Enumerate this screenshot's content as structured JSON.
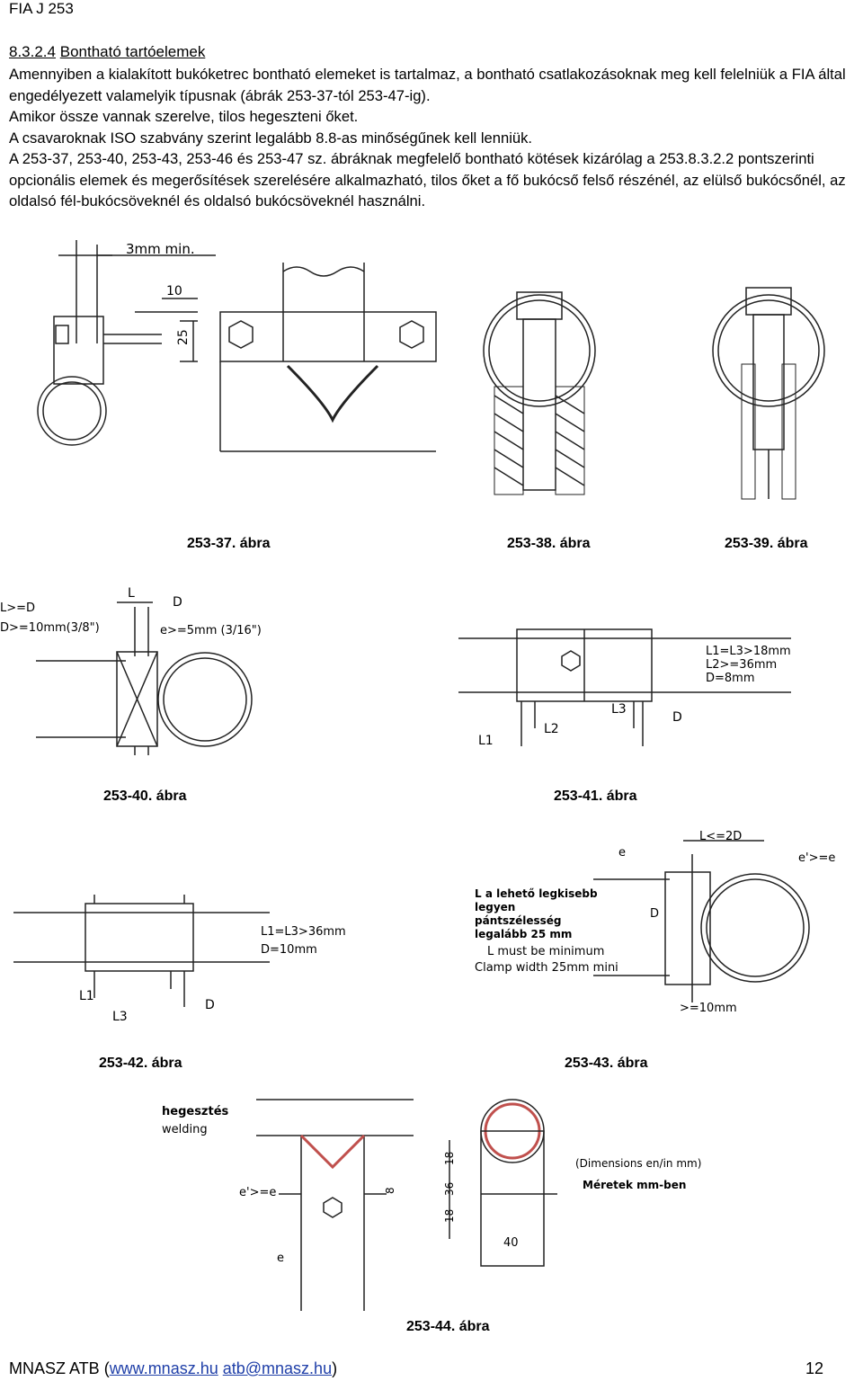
{
  "header": {
    "doc_id": "FIA J 253"
  },
  "section": {
    "number": "8.3.2.4",
    "title": "Bontható tartóelemek"
  },
  "paragraphs": [
    "Amennyiben a kialakított bukóketrec bontható elemeket is tartalmaz, a bontható csatlakozásoknak meg kell felelniük a FIA által engedélyezett valamelyik típusnak (ábrák 253-37-tól 253-47-ig).",
    "Amikor össze vannak szerelve, tilos hegeszteni őket.",
    "A csavaroknak ISO szabvány szerint legalább 8.8-as minőségűnek kell lenniük.",
    "A 253-37, 253-40, 253-43, 253-46 és 253-47 sz. ábráknak megfelelő bontható kötések kizárólag a 253.8.3.2.2 pontszerinti opcionális elemek és megerősítések szerelésére alkalmazható, tilos őket a fő bukócső felső részénél, az elülső bukócsőnél, az oldalsó fél-bukócsöveknél és oldalsó bukócsöveknél használni."
  ],
  "figures": {
    "f37": {
      "caption": "253-37. ábra",
      "dim_min": "3mm  min.",
      "dim_10": "10",
      "dim_25": "25"
    },
    "f38": {
      "caption": "253-38. ábra"
    },
    "f39": {
      "caption": "253-39. ábra"
    },
    "f40": {
      "caption": "253-40. ábra",
      "l_ge_d": "L>=D",
      "d_ge": "D>=10mm(3/8\")",
      "e_ge": "e>=5mm  (3/16\")",
      "lbl_L": "L",
      "lbl_D": "D"
    },
    "f41": {
      "caption": "253-41. ábra",
      "spec1": "L1=L3>18mm",
      "spec2": "L2>=36mm",
      "spec3": "D=8mm",
      "lbl_L1": "L1",
      "lbl_L2": "L2",
      "lbl_L3": "L3",
      "lbl_D": "D"
    },
    "f42": {
      "caption": "253-42. ábra",
      "spec1": "L1=L3>36mm",
      "spec2": "D=10mm",
      "lbl_L1": "L1",
      "lbl_L3": "L3",
      "lbl_D": "D"
    },
    "f43": {
      "caption": "253-43. ábra",
      "note_hu": [
        "L a lehető legkisebb",
        "legyen",
        "pántszélesség",
        "legalább 25 mm"
      ],
      "note_en": [
        "L must be minimum",
        "Clamp width 25mm mini"
      ],
      "l_le": "L<=2D",
      "e_prime": "e'>=e",
      "lbl_e": "e",
      "lbl_D": "D",
      "ge10": ">=10mm"
    },
    "f44": {
      "caption": "253-44. ábra",
      "weld_hu": "hegesztés",
      "weld_en": "welding",
      "e_prime": "e'>=e",
      "lbl_e": "e",
      "dim_8": "8",
      "dim_18a": "18",
      "dim_36": "36",
      "dim_18b": "18",
      "dim_40": "40",
      "dims_en": "(Dimensions en/in mm)",
      "dims_hu": "Méretek mm-ben"
    }
  },
  "footer": {
    "org": "MNASZ ATB",
    "web": "www.mnasz.hu",
    "email": "atb@mnasz.hu",
    "page": "12"
  }
}
